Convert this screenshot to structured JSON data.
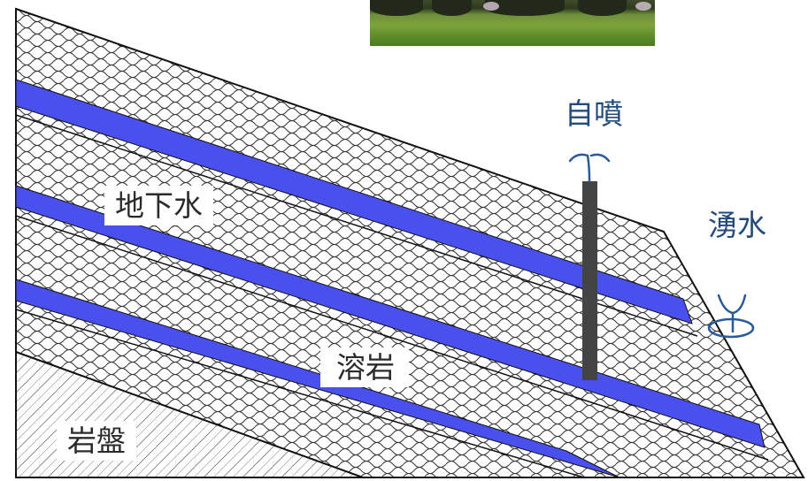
{
  "labels": {
    "groundwater": "地下水",
    "lava": "溶岩",
    "bedrock": "岩盤",
    "artesian": "自噴",
    "spring": "湧水"
  },
  "colors": {
    "aquifer": "#4a50ee",
    "well": "#444444",
    "outline": "#111111",
    "pattern": "#333333"
  }
}
